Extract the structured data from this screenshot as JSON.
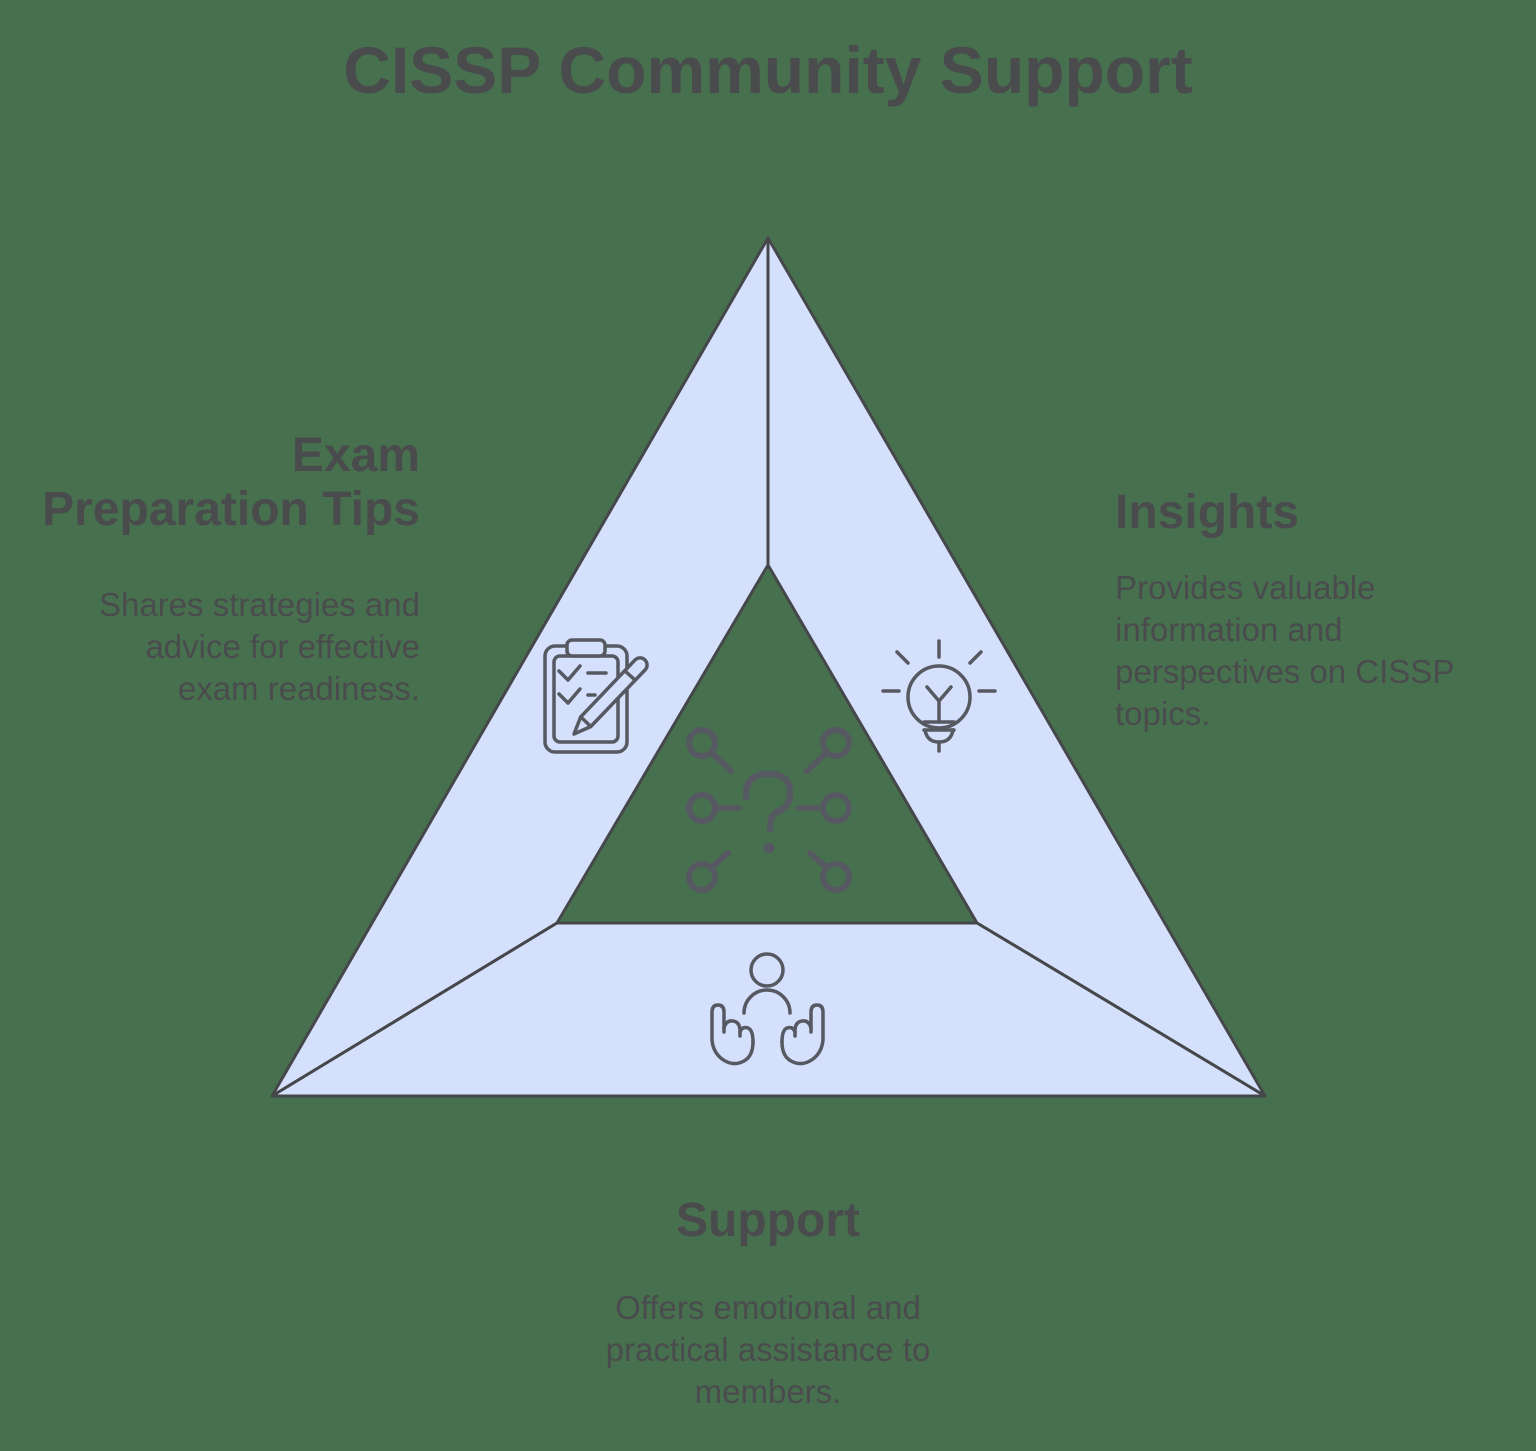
{
  "title": "CISSP Community Support",
  "colors": {
    "background": "#47714e",
    "triangle_fill": "#d4e0fc",
    "triangle_stroke": "#46474a",
    "text": "#4a4b4d",
    "icon_stroke": "#565961"
  },
  "sections": {
    "exam_tips": {
      "heading": "Exam\nPreparation Tips",
      "description": "Shares strategies and\nadvice for effective\nexam readiness.",
      "icon": "clipboard-checklist-pencil-icon"
    },
    "insights": {
      "heading": "Insights",
      "description": "Provides valuable\ninformation and\nperspectives on CISSP\ntopics.",
      "icon": "lightbulb-icon"
    },
    "support": {
      "heading": "Support",
      "description": "Offers emotional and\npractical assistance to\nmembers.",
      "icon": "person-in-hands-icon"
    },
    "center": {
      "icon": "question-network-icon"
    }
  }
}
